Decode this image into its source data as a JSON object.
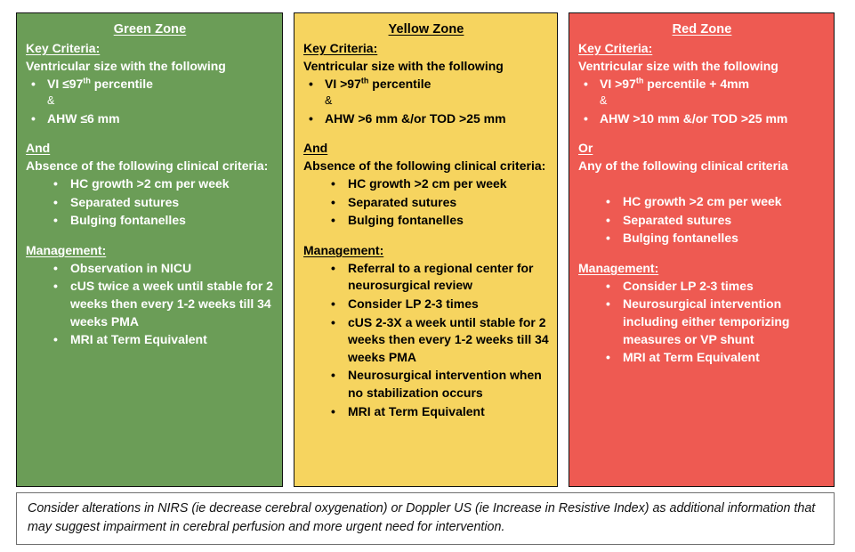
{
  "zones": [
    {
      "id": "green",
      "title": "Green Zone",
      "bg": "#6B9D57",
      "fg": "#FFFFFF",
      "key_criteria_label": "Key Criteria:",
      "key_criteria_intro": "Ventricular size with the following",
      "key_criteria_items": [
        {
          "text_before": "VI ≤97",
          "sup": "th",
          "text_after": " percentile"
        },
        {
          "amp": "&"
        },
        {
          "text_before": "AHW ≤6 mm",
          "sup": "",
          "text_after": ""
        }
      ],
      "conjunction": "And",
      "clinical_intro": "Absence of the following clinical criteria:",
      "clinical_items": [
        "HC growth >2 cm per week",
        "Separated sutures",
        "Bulging fontanelles"
      ],
      "management_label": "Management:",
      "management_items": [
        "Observation in NICU",
        "cUS twice a week until stable for 2 weeks then every 1-2 weeks till 34 weeks PMA",
        "MRI at Term Equivalent"
      ]
    },
    {
      "id": "yellow",
      "title": "Yellow Zone",
      "bg": "#F6D45F",
      "fg": "#000000",
      "key_criteria_label": "Key Criteria:",
      "key_criteria_intro": "Ventricular size with the following",
      "key_criteria_items": [
        {
          "text_before": "VI >97",
          "sup": "th",
          "text_after": " percentile"
        },
        {
          "amp": "&"
        },
        {
          "text_before": "AHW >6 mm &/or TOD >25 mm",
          "sup": "",
          "text_after": ""
        }
      ],
      "conjunction": "And",
      "clinical_intro": "Absence of the following clinical criteria:",
      "clinical_items": [
        "HC growth >2 cm per week",
        "Separated sutures",
        "Bulging fontanelles"
      ],
      "management_label": "Management:",
      "management_items": [
        "Referral to a regional center for neurosurgical review",
        "Consider LP 2-3 times",
        "cUS 2-3X a week until stable for 2 weeks then every 1-2 weeks till 34 weeks PMA",
        "Neurosurgical intervention when no stabilization occurs",
        "MRI at Term Equivalent"
      ]
    },
    {
      "id": "red",
      "title": "Red Zone",
      "bg": "#EE5A52",
      "fg": "#FFFFFF",
      "key_criteria_label": "Key Criteria:",
      "key_criteria_intro": "Ventricular size with the following",
      "key_criteria_items": [
        {
          "text_before": "VI >97",
          "sup": "th",
          "text_after": " percentile + 4mm"
        },
        {
          "amp": "&"
        },
        {
          "text_before": "AHW >10 mm &/or TOD >25 mm",
          "sup": "",
          "text_after": ""
        }
      ],
      "conjunction": "Or",
      "clinical_intro": "Any of the following clinical criteria",
      "clinical_items": [
        "HC growth >2 cm per week",
        "Separated sutures",
        "Bulging fontanelles"
      ],
      "management_label": "Management:",
      "management_items": [
        "Consider LP 2-3 times",
        "Neurosurgical intervention including either temporizing measures or VP shunt",
        "MRI at Term Equivalent"
      ]
    }
  ],
  "footer": {
    "note": "Consider alterations in NIRS (ie decrease cerebral oxygenation) or Doppler US (ie Increase in Resistive Index) as additional information that may suggest impairment in cerebral perfusion and more urgent need for intervention."
  }
}
